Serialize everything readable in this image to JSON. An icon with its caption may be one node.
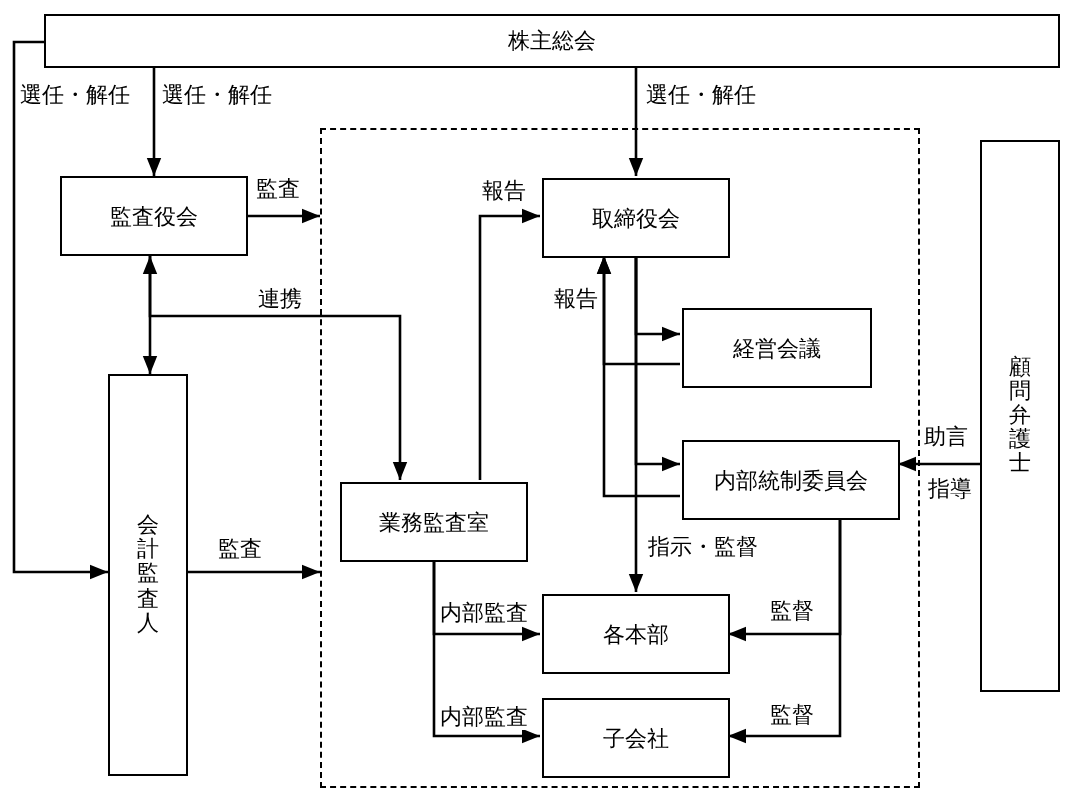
{
  "diagram": {
    "nodes": [
      {
        "text": [
          "株主総会"
        ]
      },
      {
        "text": [
          "監査役会"
        ]
      },
      {
        "text": [],
        "shape": "box"
      },
      {
        "text": [
          "取締役会"
        ],
        "in": 2
      },
      {
        "text": [
          "経営会議"
        ],
        "in": 2
      },
      {
        "text": [
          "内部統制委員会"
        ],
        "in": 2
      },
      {
        "text": [
          "業務監査室"
        ],
        "in": 2
      },
      {
        "text": [
          "各本部"
        ],
        "in": 2
      },
      {
        "text": [
          "子会社"
        ],
        "in": 2
      },
      {
        "text": [
          "会計監査人"
        ]
      },
      {
        "text": [
          "顧問弁護士"
        ]
      }
    ],
    "edges": [
      {
        "from": 0,
        "to": 1,
        "arrow": "to",
        "label": "選任・解任"
      },
      {
        "from": 0,
        "to": 9,
        "arrow": "to",
        "label": "選任・解任"
      },
      {
        "from": 0,
        "to": 3,
        "arrow": "to",
        "label": "選任・解任"
      },
      {
        "from": 1,
        "to": 2,
        "arrow": "to",
        "label": "監査"
      },
      {
        "from": 1,
        "to": 9,
        "arrow": "both"
      },
      {
        "from": 1,
        "to": 6,
        "arrow": "to",
        "label": "連携"
      },
      {
        "from": 9,
        "to": 2,
        "arrow": "to",
        "label": "監査"
      },
      {
        "from": 6,
        "to": 3,
        "arrow": "to",
        "label": "報告"
      },
      {
        "from": 3,
        "to": 4,
        "arrow": "to"
      },
      {
        "from": 3,
        "to": 5,
        "arrow": "to"
      },
      {
        "from": 3,
        "to": 7,
        "arrow": "to",
        "label": "指示・監督"
      },
      {
        "from": 4,
        "to": 3,
        "arrow": "to",
        "label": "報告"
      },
      {
        "from": 5,
        "to": 3,
        "arrow": "to"
      },
      {
        "from": 5,
        "to": 7,
        "arrow": "to",
        "label": "監督"
      },
      {
        "from": 5,
        "to": 8,
        "arrow": "to",
        "label": "監督"
      },
      {
        "from": 6,
        "to": 7,
        "arrow": "to",
        "label": "内部監査"
      },
      {
        "from": 6,
        "to": 8,
        "arrow": "to",
        "label": "内部監査"
      },
      {
        "from": 10,
        "to": 5,
        "arrow": "to",
        "label": "助言"
      }
    ],
    "labels": [
      "指導"
    ]
  }
}
